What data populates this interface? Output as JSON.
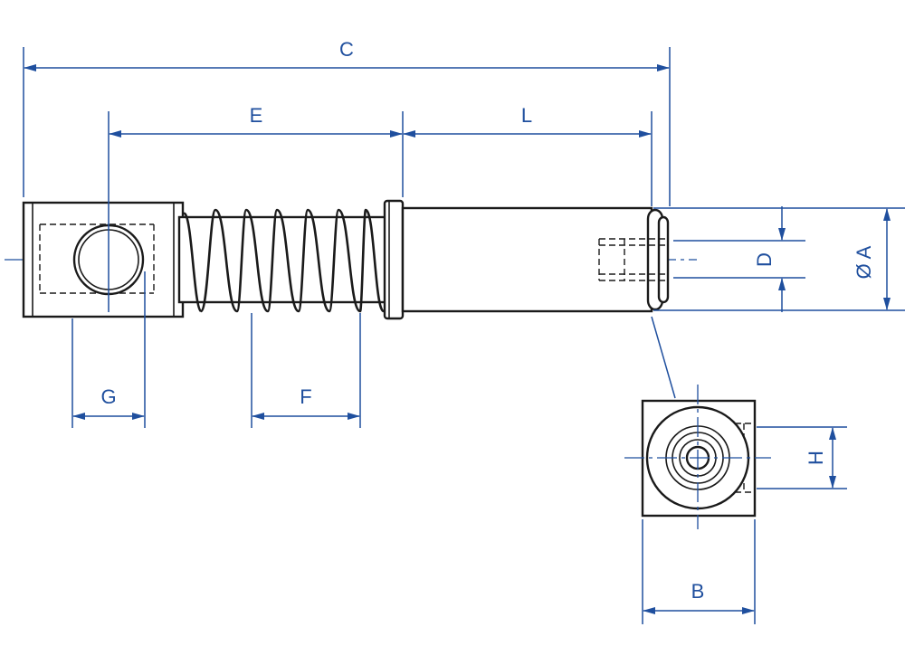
{
  "dimensions": {
    "c": "C",
    "e": "E",
    "l": "L",
    "d": "D",
    "a": "Ø A",
    "g": "G",
    "f": "F",
    "h": "H",
    "b": "B"
  },
  "colors": {
    "dimension_line": "#1f4f9e",
    "part_outline": "#1a1a1a"
  }
}
